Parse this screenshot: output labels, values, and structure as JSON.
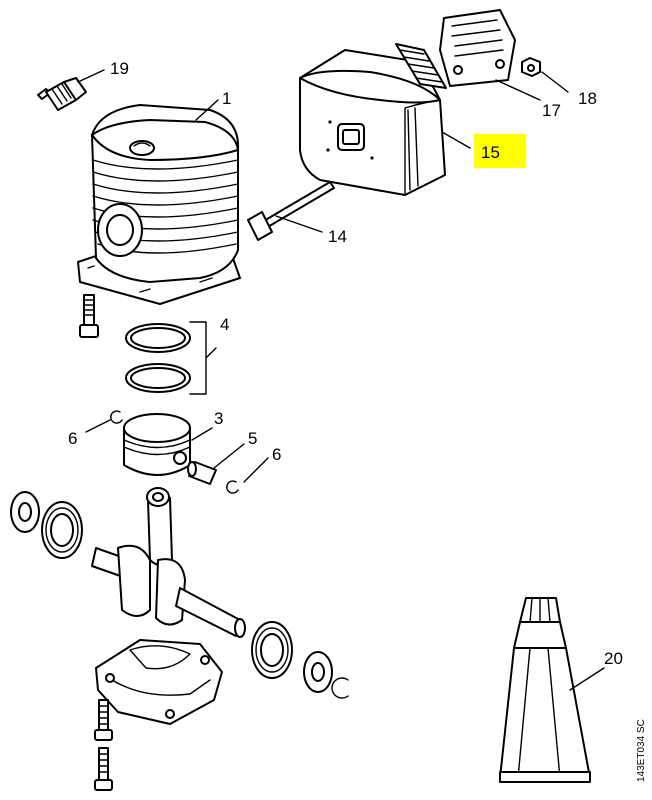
{
  "diagram": {
    "highlight_color": "#ffff00",
    "callouts": {
      "c1": "1",
      "c3": "3",
      "c4": "4",
      "c5": "5",
      "c6a": "6",
      "c6b": "6",
      "c14": "14",
      "c15": "15",
      "c17": "17",
      "c18": "18",
      "c19": "19",
      "c20": "20"
    },
    "drawing_code": "143ET034 SC"
  }
}
